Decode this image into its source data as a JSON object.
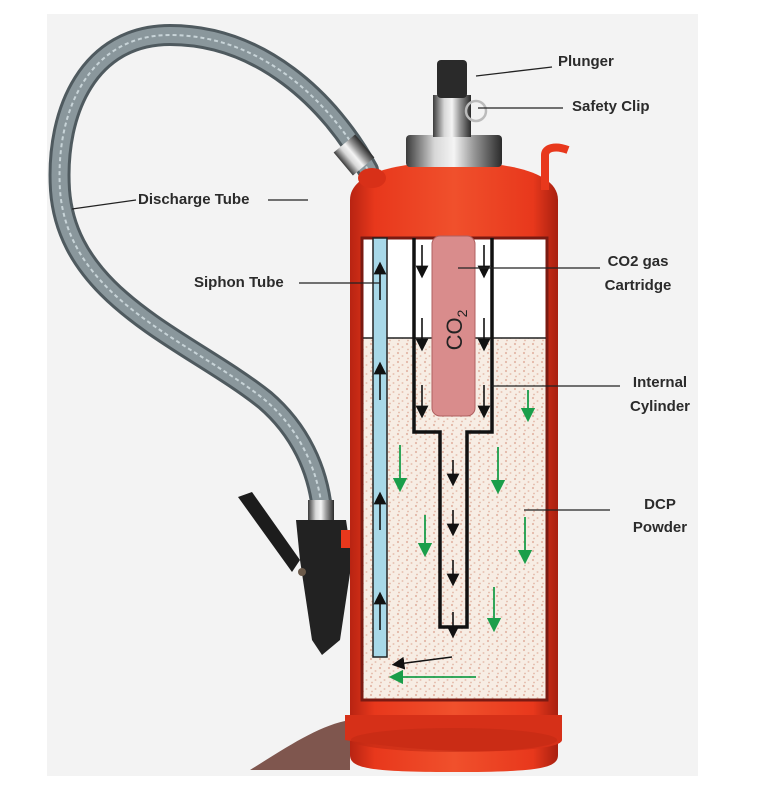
{
  "diagram": {
    "subject": "Stored-cartridge DCP fire extinguisher cutaway",
    "colors": {
      "background": "#ffffff",
      "image_area": "#f2f2f2",
      "body_red": "#e8381c",
      "body_dark": "#a82010",
      "cutaway_border": "#7a1a12",
      "powder": "#f7ede4",
      "powder_dots": "#e3b8a8",
      "co2_cartridge": "#d98c8c",
      "siphon_tube": "#a8d8e8",
      "hose": "#6f7b80",
      "flow_arrow_black": "#111111",
      "flow_arrow_green": "#1a9e4a",
      "label_text": "#2b2b2b"
    },
    "labels": [
      {
        "id": "plunger",
        "text": "Plunger"
      },
      {
        "id": "safety-clip",
        "text": "Safety Clip"
      },
      {
        "id": "discharge-tube",
        "text": "Discharge Tube"
      },
      {
        "id": "co2-cartridge-line1",
        "text": "CO2 gas"
      },
      {
        "id": "co2-cartridge-line2",
        "text": "Cartridge"
      },
      {
        "id": "siphon-tube",
        "text": "Siphon Tube"
      },
      {
        "id": "internal-cylinder-line1",
        "text": "Internal"
      },
      {
        "id": "internal-cylinder-line2",
        "text": "Cylinder"
      },
      {
        "id": "dcp-powder-line1",
        "text": "DCP"
      },
      {
        "id": "dcp-powder-line2",
        "text": "Powder"
      }
    ],
    "cartridge_text": "CO",
    "cartridge_subscript": "2"
  }
}
